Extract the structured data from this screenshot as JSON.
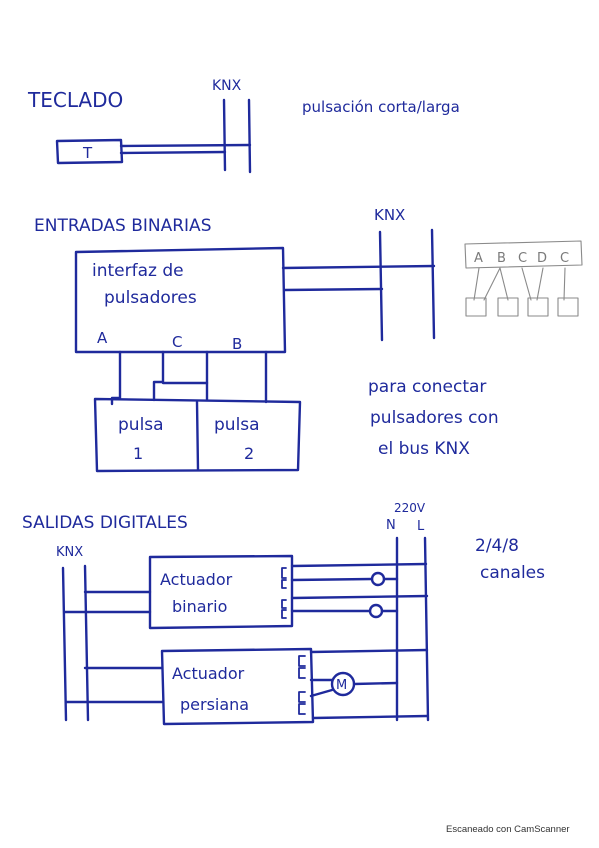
{
  "teclado": {
    "title": "TECLADO",
    "bus_label": "KNX",
    "key_label": "T",
    "note": "pulsación corta/larga"
  },
  "entradas": {
    "title": "ENTRADAS BINARIAS",
    "bus_label": "KNX",
    "interface_line1": "interfaz de",
    "interface_line2": "pulsadores",
    "terminal_a": "A",
    "terminal_c": "C",
    "terminal_b": "B",
    "pulsa1_line1": "pulsa",
    "pulsa1_line2": "1",
    "pulsa2_line1": "pulsa",
    "pulsa2_line2": "2",
    "note_line1": "para conectar",
    "note_line2": "pulsadores con",
    "note_line3": "el bus KNX",
    "sketch_labels": [
      "A",
      "B",
      "C",
      "D",
      "C"
    ]
  },
  "salidas": {
    "title": "SALIDAS DIGITALES",
    "bus_label": "KNX",
    "voltage_label": "220V",
    "neutral_label": "N",
    "line_label": "L",
    "binary_actuator_line1": "Actuador",
    "binary_actuator_line2": "binario",
    "blind_actuator_line1": "Actuador",
    "blind_actuator_line2": "persiana",
    "motor_label": "M",
    "channels_line1": "2/4/8",
    "channels_line2": "canales"
  },
  "footer": {
    "scanner_text": "Escaneado con CamScanner"
  }
}
